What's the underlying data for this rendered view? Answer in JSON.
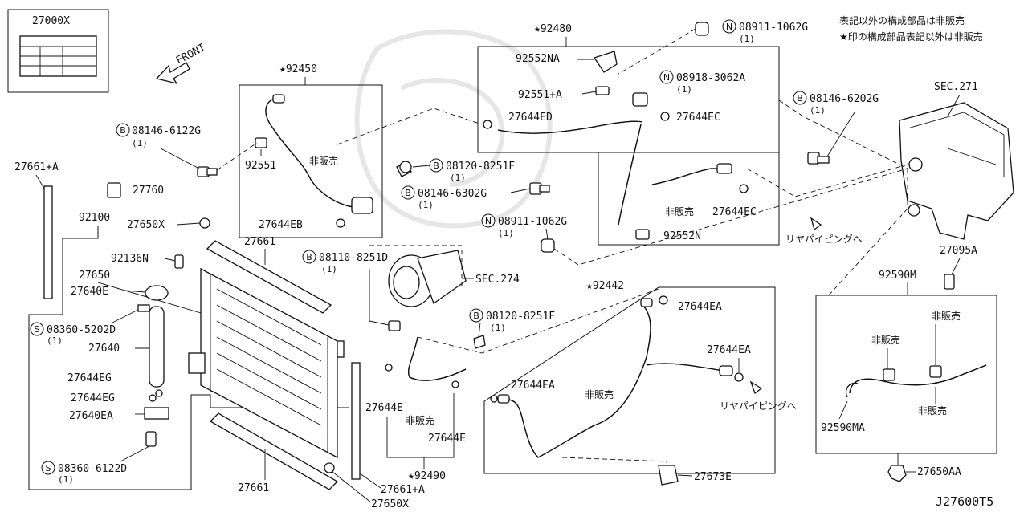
{
  "notes": {
    "line1": "表記以外の構成部品は非販売",
    "line2": "★印の構成部品表記以外は非販売"
  },
  "diagram_id": "J27600T5",
  "front_label": "FRONT",
  "label_box": "27000X",
  "labels": {
    "p92450": "★92450",
    "p92480": "★92480",
    "p92442": "★92442",
    "p92490": "★92490",
    "p92552NA": "92552NA",
    "p92551A": "92551+A",
    "p27644ED": "27644ED",
    "p27644EC_top": "27644EC",
    "p27644EC_bot": "27644EC",
    "p92552N": "92552N",
    "p08911_top": "08911-1062G",
    "p08911_top_qty": "(1)",
    "p08918": "08918-3062A",
    "p08918_qty": "(1)",
    "p08146_6202": "08146-6202G",
    "p08146_6202_qty": "(1)",
    "sec271": "SEC.271",
    "p08146_6122": "08146-6122G",
    "p08146_6122_qty": "(1)",
    "p92551": "92551",
    "hihanbai_92450": "非販売",
    "p27644EB": "27644EB",
    "p08120_top": "08120-8251F",
    "p08120_top_qty": "(1)",
    "p08146_6302": "08146-6302G",
    "p08146_6302_qty": "(1)",
    "hihanbai_92480": "非販売",
    "p08911_mid": "08911-1062G",
    "p08911_mid_qty": "(1)",
    "rear_piping_1": "リヤパイピングへ",
    "p27661A_top": "27661+A",
    "p27760": "27760",
    "p92100": "92100",
    "p27650X_top": "27650X",
    "p27661_top": "27661",
    "p92136N": "92136N",
    "p27650": "27650",
    "p27640E": "27640E",
    "p08360_5202": "08360-5202D",
    "p08360_5202_qty": "(1)",
    "p27640": "27640",
    "p27644EG_1": "27644EG",
    "p27644EG_2": "27644EG",
    "p27640EA": "27640EA",
    "p08360_6122": "08360-6122D",
    "p08360_6122_qty": "(1)",
    "p27661_bot": "27661",
    "p27661A_bot": "27661+A",
    "p27650X_bot": "27650X",
    "p08110": "08110-8251D",
    "p08110_qty": "(1)",
    "sec274": "SEC.274",
    "p08120_mid": "08120-8251F",
    "p08120_mid_qty": "(1)",
    "p27644E_1": "27644E",
    "hihanbai_92490": "非販売",
    "p27644E_2": "27644E",
    "p27644EA_1": "27644EA",
    "p27644EA_2": "27644EA",
    "p27644EA_3": "27644EA",
    "hihanbai_92442": "非販売",
    "rear_piping_2": "リヤパイピングへ",
    "p27673E": "27673E",
    "p27095A": "27095A",
    "p92590M": "92590M",
    "hihanbai_a": "非販売",
    "hihanbai_b": "非販売",
    "p92590MA": "92590MA",
    "hihanbai_c": "非販売",
    "p27650AA": "27650AA"
  },
  "prefix_symbols": {
    "N": "N",
    "B": "B",
    "S": "S"
  }
}
